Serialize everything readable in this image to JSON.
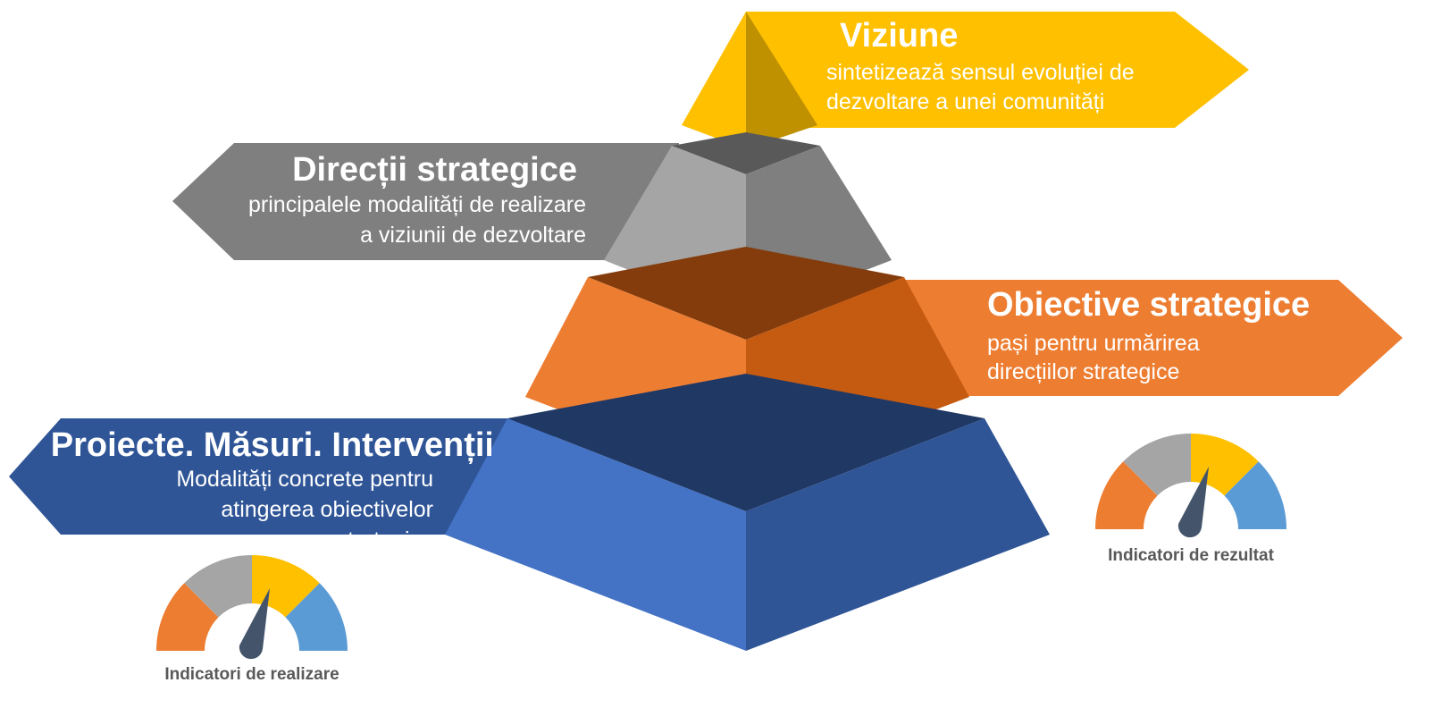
{
  "levels": {
    "viziune": {
      "title": "Viziune",
      "description": [
        "sintetizează sensul evoluției de",
        "dezvoltare a unei comunități"
      ],
      "color": "#FFC000"
    },
    "directii": {
      "title": "Direcții strategice",
      "description": [
        "principalele modalități de realizare",
        "a viziunii de dezvoltare"
      ],
      "color": "#7F7F7F"
    },
    "obiective": {
      "title": "Obiective strategice",
      "description": [
        "pași pentru urmărirea",
        "direcțiilor strategice"
      ],
      "color": "#ED7D31"
    },
    "proiecte": {
      "title": "Proiecte. Măsuri. Intervenții",
      "description": [
        "Modalități concrete pentru",
        "atingerea obiectivelor",
        "strategice"
      ],
      "color": "#2F5597"
    }
  },
  "gauges": {
    "realizare": {
      "label": "Indicatori de realizare"
    },
    "rezultat": {
      "label": "Indicatori de rezultat"
    },
    "segment_colors": [
      "#ED7D31",
      "#A5A5A5",
      "#FFC000",
      "#5B9BD5"
    ],
    "needle_color": "#44546A"
  }
}
